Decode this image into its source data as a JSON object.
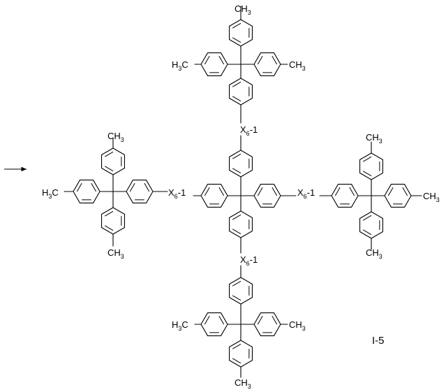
{
  "scheme": {
    "compound_id": "I-5",
    "arrow": "reaction-arrow",
    "linker": {
      "main": "X",
      "subscript": "6",
      "suffix": "-1"
    },
    "methyl": {
      "h": "H",
      "c": "C",
      "three": "3"
    }
  }
}
